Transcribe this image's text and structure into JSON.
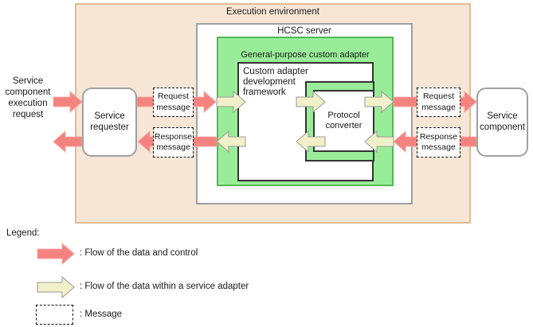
{
  "colors": {
    "beige_fill": "#f7e6d5",
    "beige_border": "#e2bb94",
    "green_fill": "#99ed99",
    "green_border": "#54b854",
    "pink": "#f4837f",
    "pink_edge": "#f8aba7",
    "cream": "#f2f0c8",
    "cream_edge": "#9a9a9a",
    "gray_border": "#a0a0a0",
    "line": "#333333"
  },
  "diagram": {
    "execution_environment": "Execution environment",
    "hcsc_server": "HCSC server",
    "general_purpose_adapter": "General-purpose custom adapter",
    "framework_lines": [
      "Custom adapter",
      "development",
      "framework"
    ],
    "protocol_converter_lines": [
      "Protocol",
      "converter"
    ],
    "service_requester_lines": [
      "Service",
      "requester"
    ],
    "service_component_lines": [
      "Service",
      "component"
    ],
    "left_caption_lines": [
      "Service",
      "component",
      "execution",
      "request"
    ],
    "messages": {
      "request_lines": [
        "Request",
        "message"
      ],
      "response_lines": [
        "Response",
        "message"
      ]
    }
  },
  "legend": {
    "title": "Legend:",
    "items": [
      {
        "symbol": "data-flow-arrow",
        "label": ": Flow of the data and control"
      },
      {
        "symbol": "adapter-flow-arrow",
        "label": ": Flow of the data within a service adapter"
      },
      {
        "symbol": "message-box",
        "label": ": Message"
      }
    ]
  }
}
